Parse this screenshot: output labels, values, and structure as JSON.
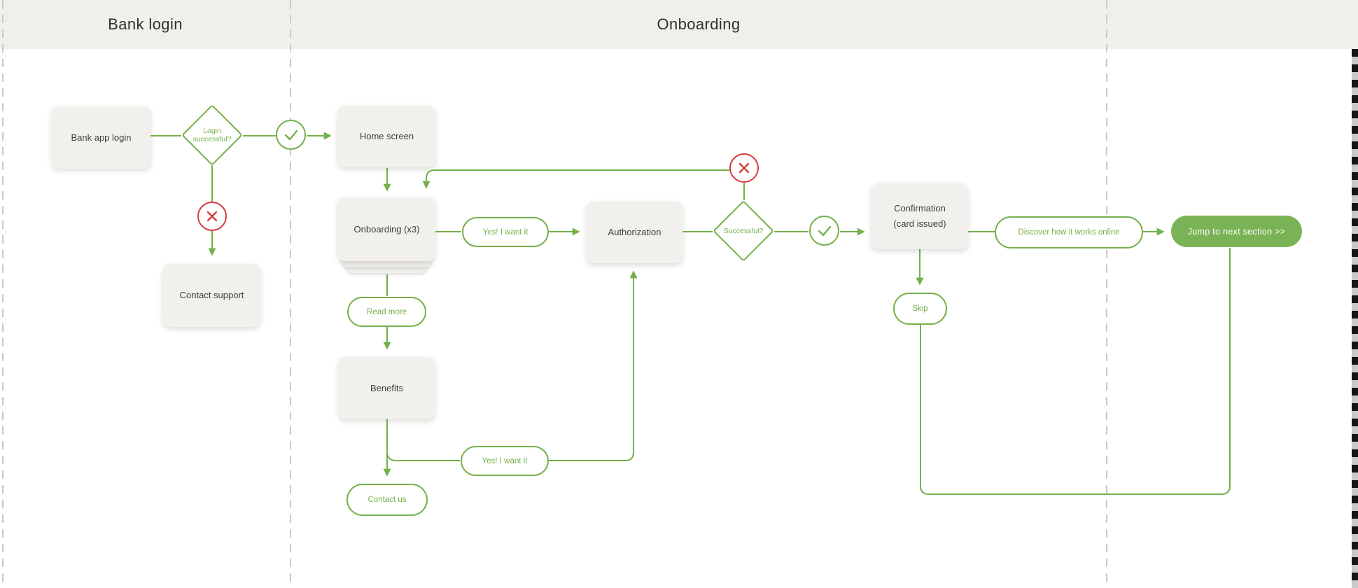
{
  "header": {
    "sections": [
      {
        "title": "Bank login"
      },
      {
        "title": "Onboarding"
      },
      {
        "title": ""
      }
    ]
  },
  "flow": {
    "bank_app_login": "Bank app login",
    "login_decision_line1": "Login",
    "login_decision_line2": "successful?",
    "home_screen": "Home screen",
    "contact_support": "Contact support",
    "onboarding_card": "Onboarding (x3)",
    "yes_want_it_1": "Yes! I want it",
    "authorization": "Authorization",
    "auth_decision": "Successful?",
    "confirmation_line1": "Confirmation",
    "confirmation_line2": "(card issued)",
    "discover_pill": "Discover how it works online",
    "jump_button": "Jump to next section >>",
    "skip_pill": "Skip",
    "read_more_pill": "Read more",
    "benefits": "Benefits",
    "yes_want_it_2": "Yes! I want it",
    "contact_us_pill": "Contact us"
  },
  "icons": {
    "success": "check-icon",
    "failure": "x-icon"
  },
  "colors": {
    "green_stroke": "#75b04a",
    "green_fill": "#7ab355",
    "red": "#d8383f",
    "box_bg": "#f2f0ec",
    "header_bg": "#f1efeb",
    "divider": "#cbc9c4",
    "canvas_bg": "#ffffff",
    "text_dark": "#3e3d39",
    "edge_dark": "#161616",
    "edge_light": "#c9c9c9"
  }
}
